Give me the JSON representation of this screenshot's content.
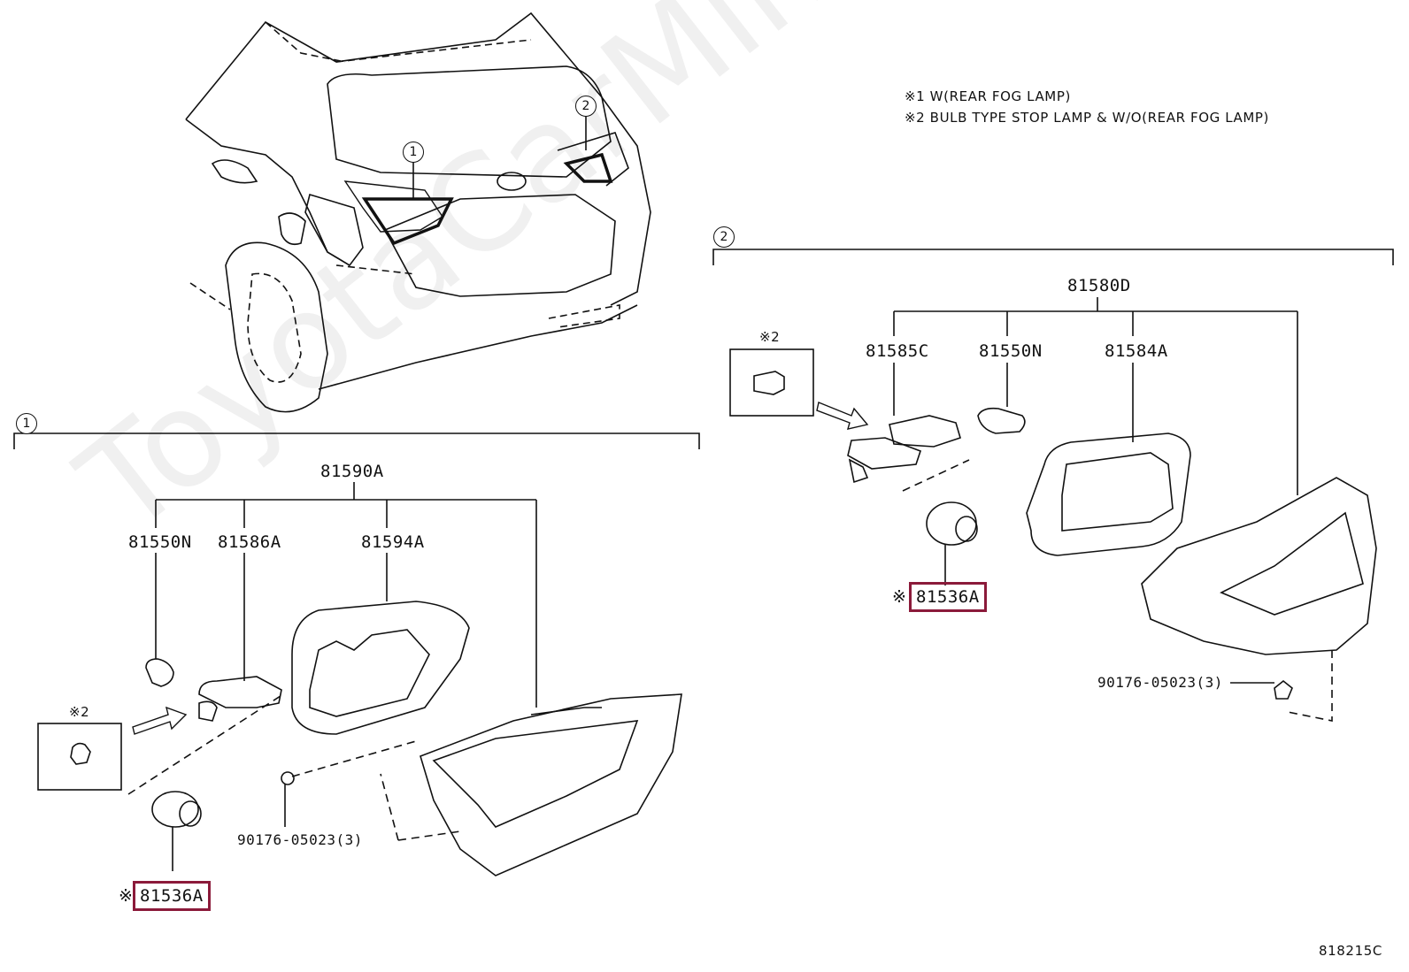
{
  "watermark": "ToyotaCarMine.ru",
  "notes": {
    "note1": "※1 W(REAR FOG LAMP)",
    "note2": "※2 BULB TYPE STOP LAMP & W/O(REAR FOG LAMP)"
  },
  "callouts": {
    "car_1": "1",
    "car_2": "2",
    "section_1": "1",
    "section_2": "2"
  },
  "section1": {
    "assembly": "81590A",
    "bulb": "81550N",
    "socket": "81586A",
    "gasket": "81594A",
    "note_mark": "※2",
    "clip": "90176-05023(3)",
    "highlight_mark": "※",
    "highlight_part": "81536A"
  },
  "section2": {
    "assembly": "81580D",
    "socket": "81585C",
    "bulb": "81550N",
    "gasket": "81584A",
    "note_mark": "※2",
    "clip": "90176-05023(3)",
    "highlight_mark": "※",
    "highlight_part": "81536A"
  },
  "figure_id": "818215C",
  "colors": {
    "highlight": "#8b1a3a",
    "line": "#111111",
    "watermark": "#f0f0f0"
  }
}
